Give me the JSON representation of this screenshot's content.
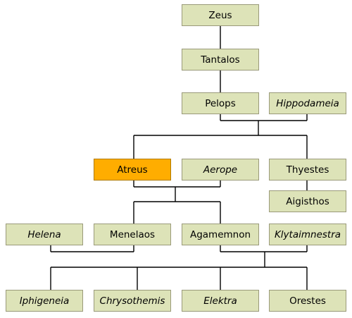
{
  "family_tree": {
    "zeus": "Zeus",
    "tantalos": "Tantalos",
    "pelops": "Pelops",
    "hippodameia": "Hippodameia",
    "atreus": "Atreus",
    "aerope": "Aerope",
    "thyestes": "Thyestes",
    "aigisthos": "Aigisthos",
    "helena": "Helena",
    "menelaos": "Menelaos",
    "agamemnon": "Agamemnon",
    "klytaimnestra": "Klytaimnestra",
    "iphigeneia": "Iphigeneia",
    "chrysothemis": "Chrysothemis",
    "elektra": "Elektra",
    "orestes": "Orestes"
  },
  "colors": {
    "node_fill": "#dde3b8",
    "highlight_fill": "#ffad00",
    "line": "#000000"
  }
}
